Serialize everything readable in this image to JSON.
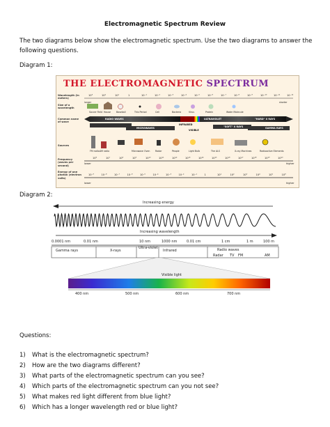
{
  "title": "Electromagnetic Spectrum Review",
  "intro": "The two diagrams below show the electromagnetic spectrum.  Use the two diagrams to answer the following questions.",
  "diagram1_label": "Diagram 1:",
  "diagram2_label": "Diagram 2:",
  "diagram1": {
    "banner_a": "THE ELECTROMAGNETIC",
    "banner_b": "SPECTRUM",
    "row_wavelength": "Wavelength (in meters)",
    "row_size": "Size of a wavelength",
    "row_common": "Common name of wave",
    "row_sources": "Sources",
    "row_frequency": "Frequency (waves per second)",
    "row_energy": "Energy of one photon (electron volts)",
    "wavelength_ticks": [
      "10³",
      "10²",
      "10¹",
      "1",
      "10⁻¹",
      "10⁻²",
      "10⁻³",
      "10⁻⁴",
      "10⁻⁵",
      "10⁻⁶",
      "10⁻⁷",
      "10⁻⁸",
      "10⁻⁹",
      "10⁻¹⁰",
      "10⁻¹¹",
      "10⁻¹²"
    ],
    "sizes": [
      "longer",
      "Soccer Field",
      "House",
      "Baseball",
      "This Period",
      "Cell",
      "Bacteria",
      "Virus",
      "Protein",
      "Water Molecule",
      "shorter"
    ],
    "bands": [
      "RADIO WAVES",
      "INFRARED",
      "ULTRAVIOLET",
      "\"HARD\" X RAYS",
      "MICROWAVES",
      "VISIBLE",
      "\"SOFT\" X RAYS",
      "GAMMA RAYS"
    ],
    "sources": [
      "FM radio",
      "AM radio",
      "Microwave Oven",
      "Radar",
      "People",
      "Light Bulb",
      "The ALS",
      "X-ray Machines",
      "Radioactive Elements"
    ],
    "frequency_ticks": [
      "10⁶",
      "10⁷",
      "10⁸",
      "10⁹",
      "10¹⁰",
      "10¹¹",
      "10¹²",
      "10¹³",
      "10¹⁴",
      "10¹⁵",
      "10¹⁶",
      "10¹⁷",
      "10¹⁸",
      "10¹⁹",
      "10²⁰"
    ],
    "frequency_ends": [
      "lower",
      "higher"
    ],
    "energy_ticks": [
      "10⁻⁹",
      "10⁻⁸",
      "10⁻⁷",
      "10⁻⁶",
      "10⁻⁵",
      "10⁻⁴",
      "10⁻³",
      "10⁻²",
      "10⁻¹",
      "1",
      "10¹",
      "10²",
      "10³",
      "10⁴",
      "10⁵",
      "10⁶"
    ],
    "energy_ends": [
      "lower",
      "higher"
    ]
  },
  "diagram2": {
    "increasing_energy": "Increasing energy",
    "increasing_wavelength": "Increasing wavelength",
    "scale": [
      "0.0001 nm",
      "0.01 nm",
      "10 nm",
      "1000 nm",
      "0.01 cm",
      "1 cm",
      "1 m",
      "100 m"
    ],
    "regions": [
      "Gamma rays",
      "X-rays",
      "Ultra-violet",
      "Infrared",
      "Radio waves"
    ],
    "radio_uses": [
      "Radar",
      "TV",
      "FM",
      "AM"
    ],
    "visible_light": "Visible light",
    "visible_scale": [
      "400 nm",
      "500 nm",
      "600 nm",
      "700 nm"
    ]
  },
  "questions_label": "Questions:",
  "questions": [
    {
      "n": "1)",
      "text": "What is the electromagnetic spectrum?"
    },
    {
      "n": "2)",
      "text": "How are the two diagrams different?"
    },
    {
      "n": "3)",
      "text": "What parts of the electromagnetic spectrum can you see?"
    },
    {
      "n": "4)",
      "text": "Which parts of the electromagnetic spectrum can you not see?"
    },
    {
      "n": "5)",
      "text": "What makes red light different from blue light?"
    },
    {
      "n": "6)",
      "text": "Which has a longer wavelength red or blue light?"
    }
  ]
}
